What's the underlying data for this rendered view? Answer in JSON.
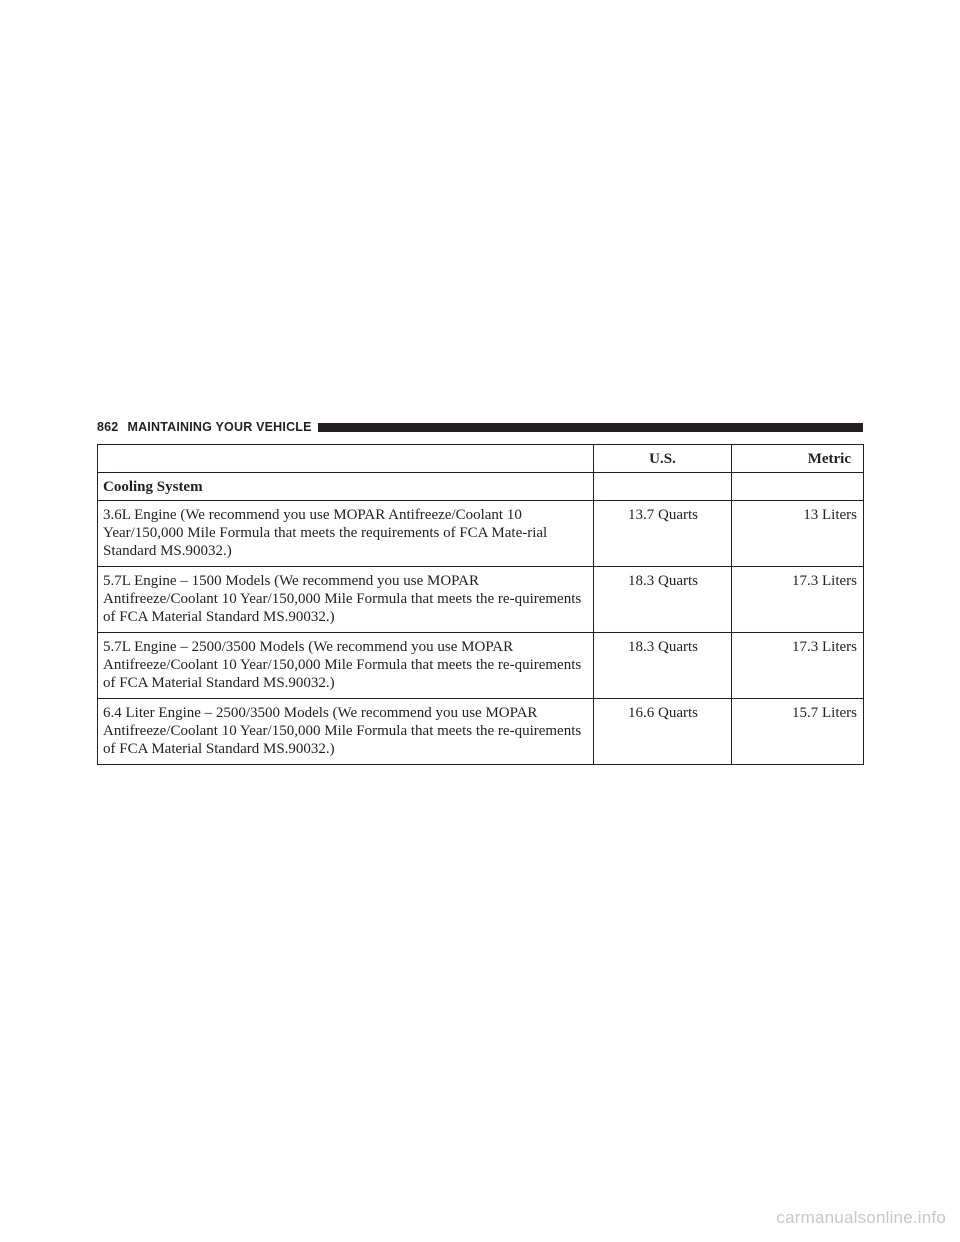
{
  "header": {
    "page_number": "862",
    "section_title": "MAINTAINING YOUR VEHICLE"
  },
  "table": {
    "columns": [
      "",
      "U.S.",
      "Metric"
    ],
    "group": "Cooling System",
    "rows": [
      {
        "description": "3.6L Engine (We recommend you use MOPAR Antifreeze/Coolant 10 Year/150,000 Mile Formula that meets the requirements of FCA Mate-rial Standard MS.90032.)",
        "us": "13.7 Quarts",
        "metric": "13 Liters"
      },
      {
        "description": "5.7L Engine – 1500 Models (We recommend you use MOPAR Antifreeze/Coolant 10 Year/150,000 Mile Formula that meets the re-quirements of FCA Material Standard MS.90032.)",
        "us": "18.3 Quarts",
        "metric": "17.3 Liters"
      },
      {
        "description": "5.7L Engine – 2500/3500 Models (We recommend you use MOPAR Antifreeze/Coolant 10 Year/150,000 Mile Formula that meets the re-quirements of FCA Material Standard MS.90032.)",
        "us": "18.3 Quarts",
        "metric": "17.3 Liters"
      },
      {
        "description": "6.4 Liter Engine – 2500/3500 Models (We recommend you use MOPAR Antifreeze/Coolant 10 Year/150,000 Mile Formula that meets the re-quirements of FCA Material Standard MS.90032.)",
        "us": "16.6 Quarts",
        "metric": "15.7 Liters"
      }
    ]
  },
  "watermark": "carmanualsonline.info"
}
